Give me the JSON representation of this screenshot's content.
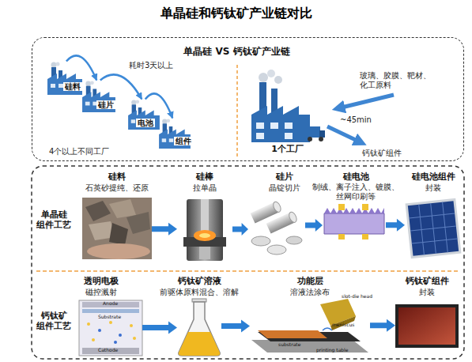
{
  "diagram": {
    "title": "单晶硅和钙钛矿产业链对比",
    "nodes": [
      {
        "text": [
          "单晶硅 VS 钙钛矿产业链"
        ]
      },
      {
        "text": [
          "硅料"
        ],
        "in": 0
      },
      {
        "text": [
          "硅片"
        ],
        "in": 0
      },
      {
        "text": [
          "电池"
        ],
        "in": 0
      },
      {
        "text": [
          "组件"
        ],
        "in": 0
      },
      {
        "text": [
          "1个工厂"
        ],
        "in": 0
      },
      {
        "text": [
          "硅料",
          "石英砂提纯、还原"
        ]
      },
      {
        "text": [
          "硅棒",
          "拉单晶"
        ]
      },
      {
        "text": [
          "硅片",
          "晶锭切片"
        ]
      },
      {
        "text": [
          "硅电池",
          "制绒、离子注入、镀膜、 丝网印刷等"
        ]
      },
      {
        "text": [
          "硅电池组件",
          "封装"
        ]
      },
      {
        "text": [
          "透明电极",
          "磁控溅射"
        ]
      },
      {
        "text": [
          "钙钛矿溶液",
          "前驱体原料混合、溶解"
        ]
      },
      {
        "text": [
          "功能层",
          "溶液法涂布"
        ]
      },
      {
        "text": [
          "钙钛矿组件",
          "封装"
        ]
      }
    ],
    "edges": [
      {
        "from": 1,
        "to": 2,
        "arrow": "to"
      },
      {
        "from": 2,
        "to": 3,
        "arrow": "to"
      },
      {
        "from": 3,
        "to": 4,
        "arrow": "to"
      },
      {
        "from": 6,
        "to": 7,
        "arrow": "to"
      },
      {
        "from": 7,
        "to": 8,
        "arrow": "to"
      },
      {
        "from": 8,
        "to": 9,
        "arrow": "to"
      },
      {
        "from": 9,
        "to": 10,
        "arrow": "to"
      },
      {
        "from": 11,
        "to": 12,
        "arrow": "to"
      },
      {
        "from": 12,
        "to": 13,
        "arrow": "to"
      },
      {
        "from": 13,
        "to": 14,
        "arrow": "to"
      }
    ],
    "labels": [
      "耗时3天以上",
      "4个以上不同工厂",
      "玻璃、胶膜、靶材、化工原料",
      "~45min",
      "钙钛矿组件",
      "单晶硅 组件工艺",
      "钙钛矿 组件工艺",
      "Anode",
      "Substrate",
      "Cathode",
      "slot-die head",
      "meniscus",
      "substrate",
      "printing table"
    ]
  }
}
